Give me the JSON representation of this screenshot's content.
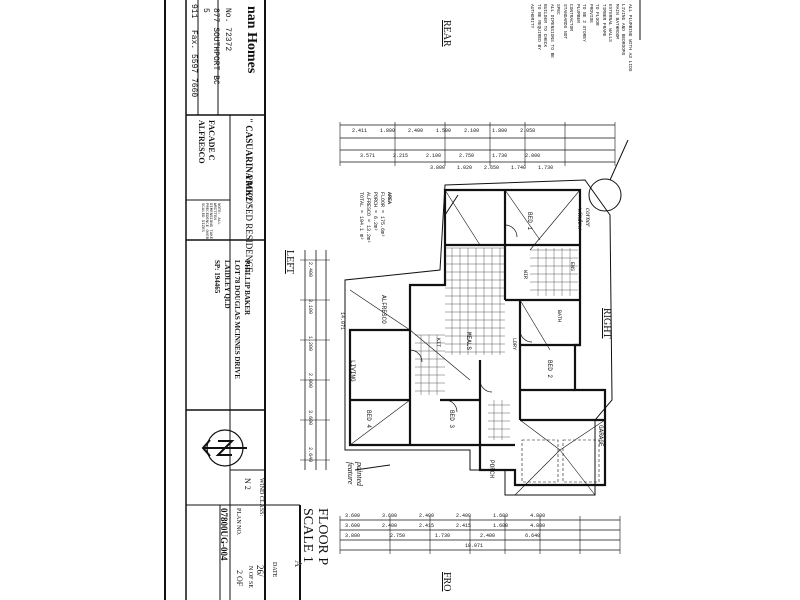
{
  "company": {
    "name": "nan Homes",
    "licence": "No. 72372",
    "address": "877 SOUTHPORT BC",
    "suburb_line": "5",
    "phone": "911",
    "fax": "Fax. 5597 7660"
  },
  "project": {
    "design": "\" CASUARINA MK2 \"",
    "proposed": "PROPOSED RESIDENCE:",
    "facade": "FACADE C",
    "alfresco": "ALFRESCO",
    "client": "PHILLIP BAKER",
    "lot": "LOT 78 DOUGLAS MCINNES DRIVE",
    "locality": "LAIDLEY QLD",
    "sp": "SP: 194465",
    "note": "NOTE: ALL WRITTEN DIMENSIONS TAKE PRECEDENCE OVER SCALED SIZES"
  },
  "title_block": {
    "wind_class_label": "WIND CLASS:",
    "wind_class_value": "N 2",
    "plan_no_label": "PLAN NO.",
    "plan_no_value": "07800UG-004",
    "drawing_title": "FLOOR P",
    "scale": "SCALE 1",
    "stamp": "A",
    "date_label": "DATE",
    "date_value": "26/",
    "sheet_label": "N OF SE",
    "sheet_value": "2 OF"
  },
  "plan": {
    "orientation": {
      "rear": "REAR",
      "left": "LEFT",
      "right": "RIGHT",
      "front": "FRO"
    },
    "rooms": {
      "bed1": "BED 1",
      "bed2": "BED 2",
      "bed3": "BED 3",
      "bed4": "BED 4",
      "living": "LIVING",
      "alfresco": "ALFRESCO",
      "garage": "GARAGE",
      "porch": "PORCH",
      "meals": "MEALS",
      "kitchen": "KIT",
      "wir": "WIR",
      "ens": "ENS",
      "bath": "BATH",
      "ldry": "LDRY"
    },
    "area": {
      "heading": "AREA",
      "floor": "FLOOR = 175.6m²",
      "porch": "PORCH = 6.2m²",
      "alfresco": "ALFRESCO = 13.2m²",
      "total": "TOTAL = 194.1 m²"
    },
    "annotations": {
      "corner": "corner window",
      "painted": "painted feature"
    },
    "dimensions": {
      "top_overall": "14.071",
      "top_row1": [
        "2.411",
        "1.800",
        "2.400",
        "1.500",
        "2.100",
        "1.800",
        "2.058"
      ],
      "top_row2": [
        "3.571",
        "2.215",
        "2.100",
        "2.750",
        "1.730",
        "2.000"
      ],
      "top_row3": [
        "3.800",
        "1.020",
        "2.650",
        "1.740",
        "1.730"
      ],
      "bottom_row1": [
        "3.600",
        "3.600",
        "2.400",
        "2.400",
        "1.600",
        "4.800"
      ],
      "bottom_row2": [
        "3.600",
        "2.400",
        "2.415",
        "2.415",
        "1.600",
        "4.800"
      ],
      "bottom_row3": [
        "3.800",
        "2.750",
        "1.730",
        "2.400",
        "6.640"
      ],
      "bottom_overall": "18.071",
      "left_col": [
        "2.400",
        "3.100",
        "1.200",
        "2.000",
        "3.600",
        "2.640"
      ]
    }
  },
  "specs": [
    "ALL PLUMBING WITH A3 LIDS",
    "LIVING AND BEDROOMS",
    "MAIN BATHROOM",
    "EXTERNAL WALLS",
    "TIMBER FRAME",
    "TO FLOOR",
    "PROVIDE",
    "TO BE 2 STOREY",
    "PLUMBER",
    "CONTRACTOR",
    "STANDARDS NOT",
    "SPEC",
    "ALL DIMENSIONS TO BE",
    "BUILDER TO CHECK",
    "TO BE REQUIRED BY",
    "AUTHORITY"
  ]
}
